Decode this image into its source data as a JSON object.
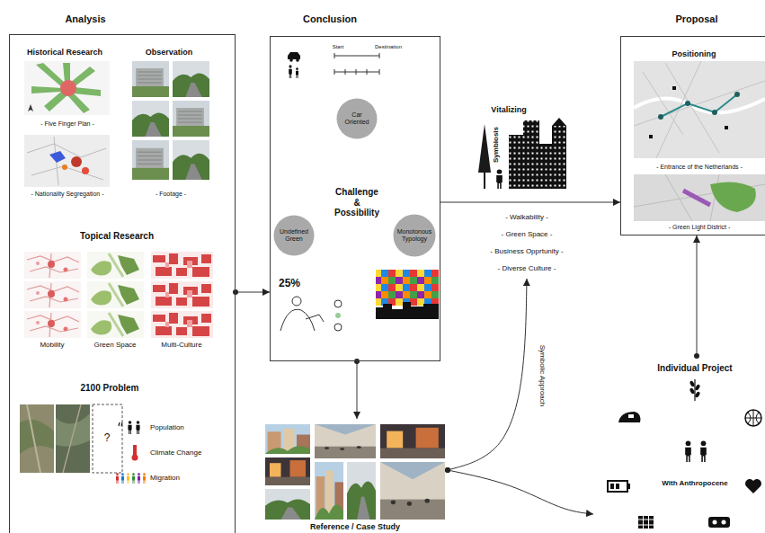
{
  "diagram": {
    "nodes": [
      {
        "text": [
          "Analysis",
          "Historical Research",
          "Observation",
          "- Five Finger Plan -",
          "- Nationality Segregation -",
          "- Footage -",
          "Topical Research",
          "Mobility",
          "Green Space",
          "Multi-Culture",
          "2100 Problem",
          "Population",
          "Climate Change",
          "Migration",
          "?"
        ]
      },
      {
        "text": [
          "Conclusion",
          "Start",
          "Destination",
          "Challenge & Possibility",
          "25%"
        ]
      },
      {
        "text": [
          "Car Oriented"
        ],
        "in": 1
      },
      {
        "text": [
          "Undefined Green"
        ],
        "in": 1
      },
      {
        "text": [
          "Monotonous Typology"
        ],
        "in": 1
      },
      {
        "text": [
          "Vitalizing",
          "Symbiosis",
          "- Walkability -",
          "- Green Space -",
          "- Business Opprtunity -",
          "- Diverse Culture -"
        ]
      },
      {
        "text": [
          "Proposal",
          "Positioning",
          "- Entrance of the Netherlands -",
          "- Green Light District -"
        ]
      },
      {
        "text": [
          "Reference / Case Study"
        ]
      },
      {
        "text": [
          "Individual Project",
          "With Anthropocene"
        ]
      }
    ],
    "edges": [
      {
        "from": 0,
        "to": 1,
        "arrow": "to"
      },
      {
        "from": 1,
        "to": 6,
        "arrow": "to"
      },
      {
        "from": 1,
        "to": 7,
        "arrow": "to"
      },
      {
        "from": 7,
        "to": 5,
        "label": "Symbolic Approach",
        "arrow": "to"
      },
      {
        "from": 7,
        "to": 8,
        "arrow": "to"
      },
      {
        "from": 8,
        "to": 6,
        "arrow": "to"
      }
    ]
  }
}
